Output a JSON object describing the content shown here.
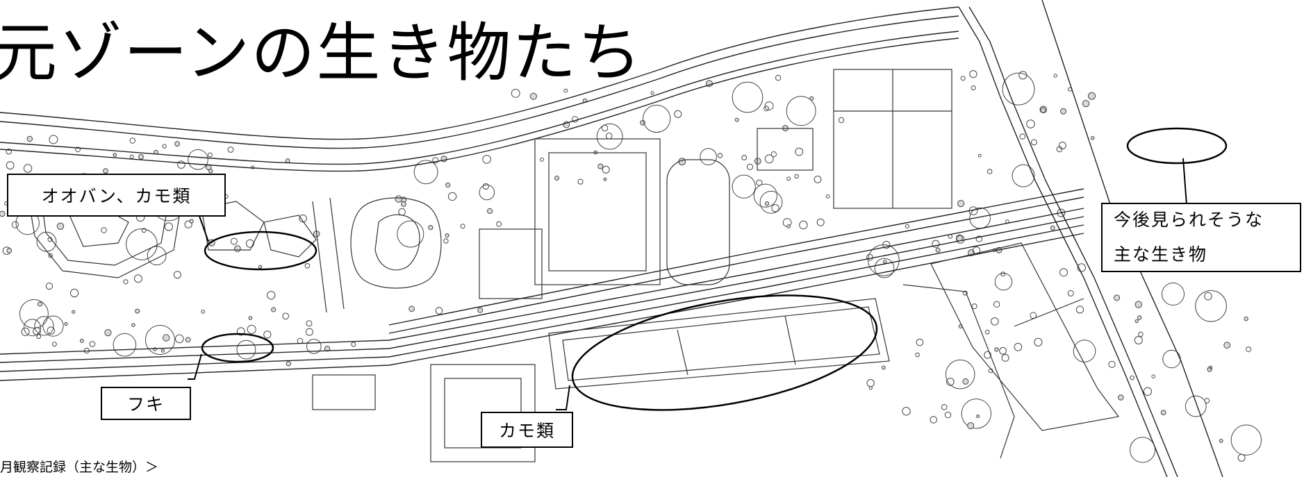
{
  "title": "元ゾーンの生き物たち",
  "callouts": {
    "oobann": "オオバン、カモ類",
    "fuki": "フキ",
    "kamo": "カモ類",
    "future_line1": "今後見られそうな",
    "future_line2": "主な生き物"
  },
  "footer": "月観察記録（主な生物）＞",
  "colors": {
    "line": "#000000",
    "tree_fill": "#d9d9d9",
    "background": "#ffffff"
  }
}
